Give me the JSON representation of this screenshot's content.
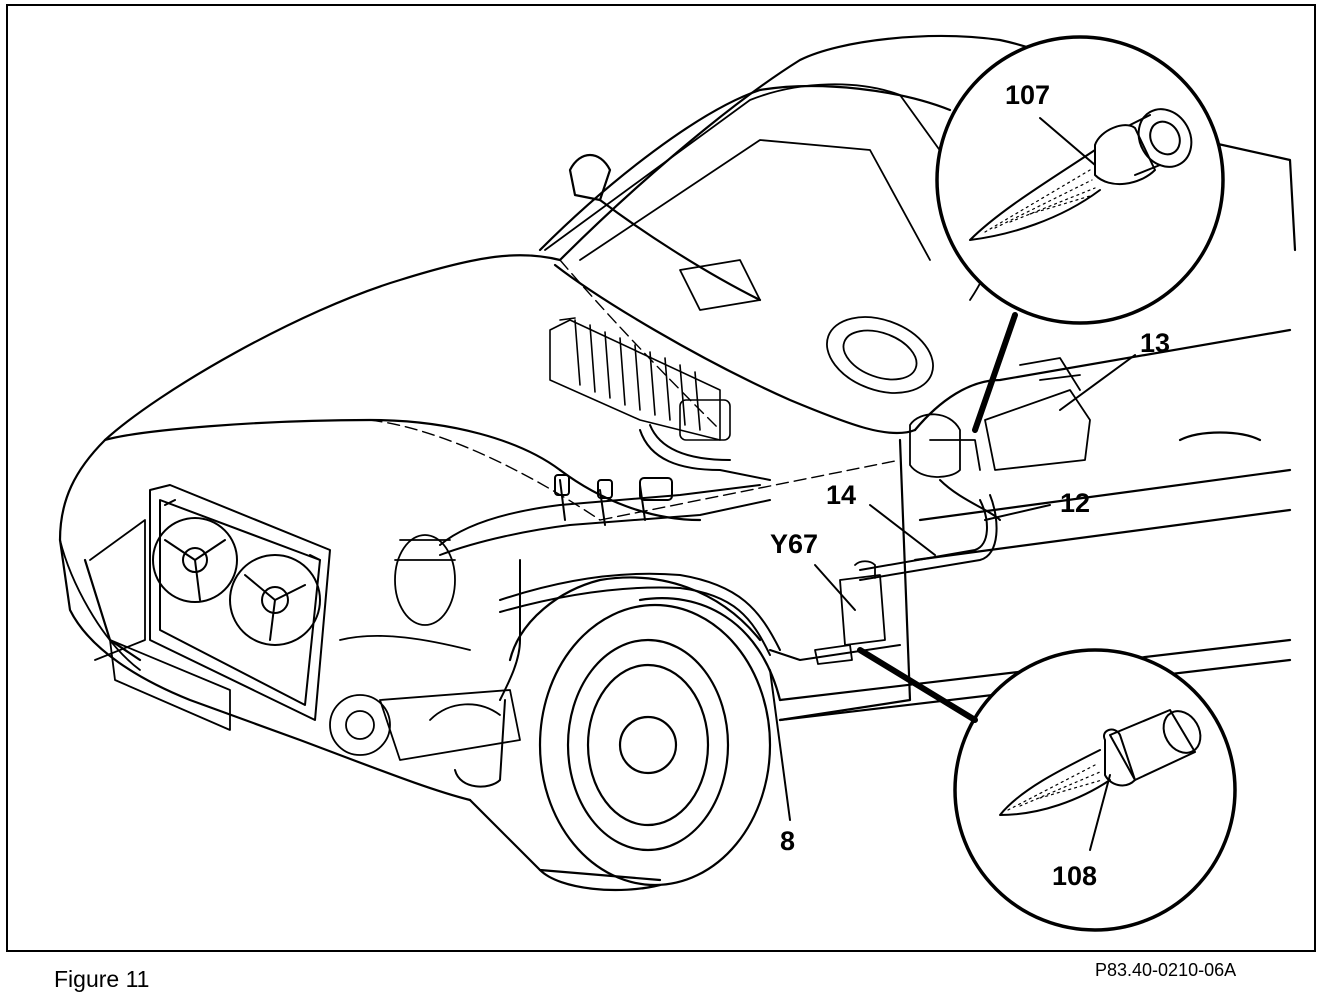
{
  "figure": {
    "caption": "Figure 11",
    "code": "P83.40-0210-06A"
  },
  "callouts": {
    "c107": "107",
    "c13": "13",
    "c14": "14",
    "c12": "12",
    "cY67": "Y67",
    "c8": "8",
    "c108": "108"
  }
}
